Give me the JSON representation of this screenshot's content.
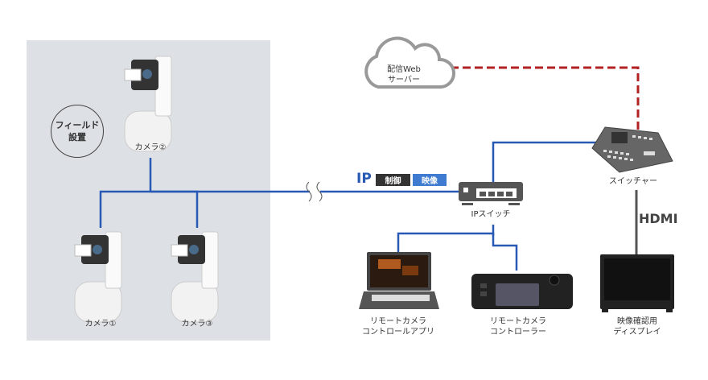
{
  "field_area": {
    "badge_line1": "フィールド",
    "badge_line2": "設置"
  },
  "cameras": [
    {
      "label": "カメラ①"
    },
    {
      "label": "カメラ②"
    },
    {
      "label": "カメラ③"
    }
  ],
  "network": {
    "protocol": "IP",
    "tags": [
      "制御",
      "映像"
    ],
    "switch_label": "IPスイッチ"
  },
  "cloud": {
    "line1": "配信Web",
    "line2": "サーバー"
  },
  "switcher": {
    "label": "スイッチャー",
    "output_label": "HDMI"
  },
  "devices": {
    "app_line1": "リモートカメラ",
    "app_line2": "コントロールアプリ",
    "controller_line1": "リモートカメラ",
    "controller_line2": "コントローラー",
    "display_line1": "映像確認用",
    "display_line2": "ディスプレイ"
  },
  "colors": {
    "ip_line": "#2759b5",
    "web_line": "#b22222",
    "hdmi_line": "#555555",
    "field_bg": "#dde1e5"
  }
}
